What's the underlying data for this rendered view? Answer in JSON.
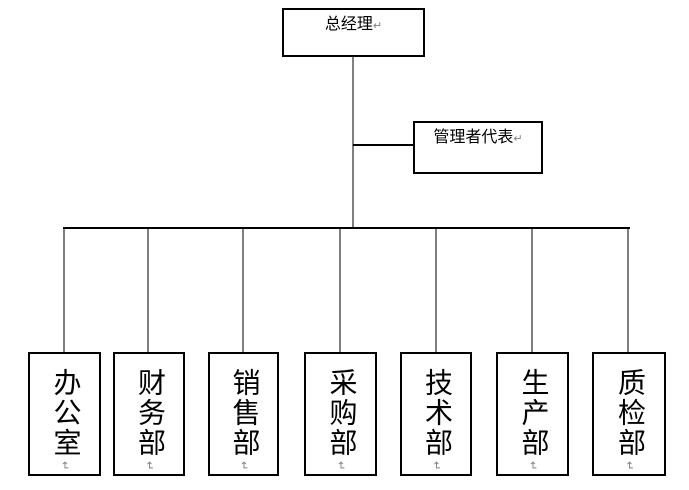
{
  "diagram": {
    "type": "org-chart",
    "paragraph_mark": "↵",
    "root": {
      "label": "总经理"
    },
    "representative": {
      "label": "管理者代表"
    },
    "departments": [
      {
        "label": "办公室"
      },
      {
        "label": "财务部"
      },
      {
        "label": "销售部"
      },
      {
        "label": "采购部"
      },
      {
        "label": "技术部"
      },
      {
        "label": "生产部"
      },
      {
        "label": "质检部"
      }
    ],
    "colors": {
      "background": "#ffffff",
      "box_border": "#000000",
      "text": "#000000",
      "horizontal_connector": "#000000",
      "vertical_connector": "#7f7f7f",
      "paragraph_mark": "#808080"
    }
  }
}
